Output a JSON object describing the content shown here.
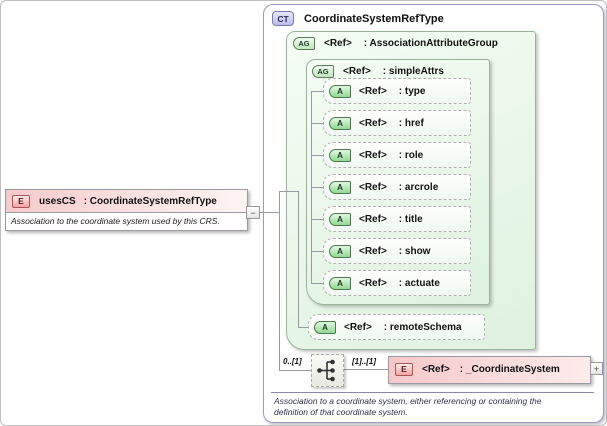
{
  "palette": {
    "element_pink": "#f7caca",
    "element_border": "#9a9aa2",
    "complex_type_lavender": "#e4e4f6",
    "attr_group_green": "#e9f7e9",
    "line_gray": "#9a9aa2"
  },
  "uses_cs": {
    "kind": "E",
    "name": "usesCS",
    "type": ": CoordinateSystemRefType",
    "annotation": "Association to the coordinate system used by this CRS."
  },
  "connector": {
    "collapse": "−"
  },
  "ct": {
    "kind": "CT",
    "title": "CoordinateSystemRefType",
    "annotation": "Association to a coordinate system, either referencing or containing the definition of that coordinate system.",
    "assoc_group": {
      "kind": "AG",
      "ref": "<Ref>",
      "label": ": AssociationAttributeGroup",
      "simple_attrs": {
        "kind": "AG",
        "ref": "<Ref>",
        "label": ": simpleAttrs",
        "attrs": [
          {
            "kind": "A",
            "ref": "<Ref>",
            "label": ": type"
          },
          {
            "kind": "A",
            "ref": "<Ref>",
            "label": ": href"
          },
          {
            "kind": "A",
            "ref": "<Ref>",
            "label": ": role"
          },
          {
            "kind": "A",
            "ref": "<Ref>",
            "label": ": arcrole"
          },
          {
            "kind": "A",
            "ref": "<Ref>",
            "label": ": title"
          },
          {
            "kind": "A",
            "ref": "<Ref>",
            "label": ": show"
          },
          {
            "kind": "A",
            "ref": "<Ref>",
            "label": ": actuate"
          }
        ]
      },
      "remote_schema": {
        "kind": "A",
        "ref": "<Ref>",
        "label": ": remoteSchema"
      }
    },
    "content": {
      "occurs_left": "0..[1]",
      "occurs_right": "[1]..[1]",
      "element": {
        "kind": "E",
        "ref": "<Ref>",
        "label": ": _CoordinateSystem",
        "expand": "+"
      }
    }
  }
}
